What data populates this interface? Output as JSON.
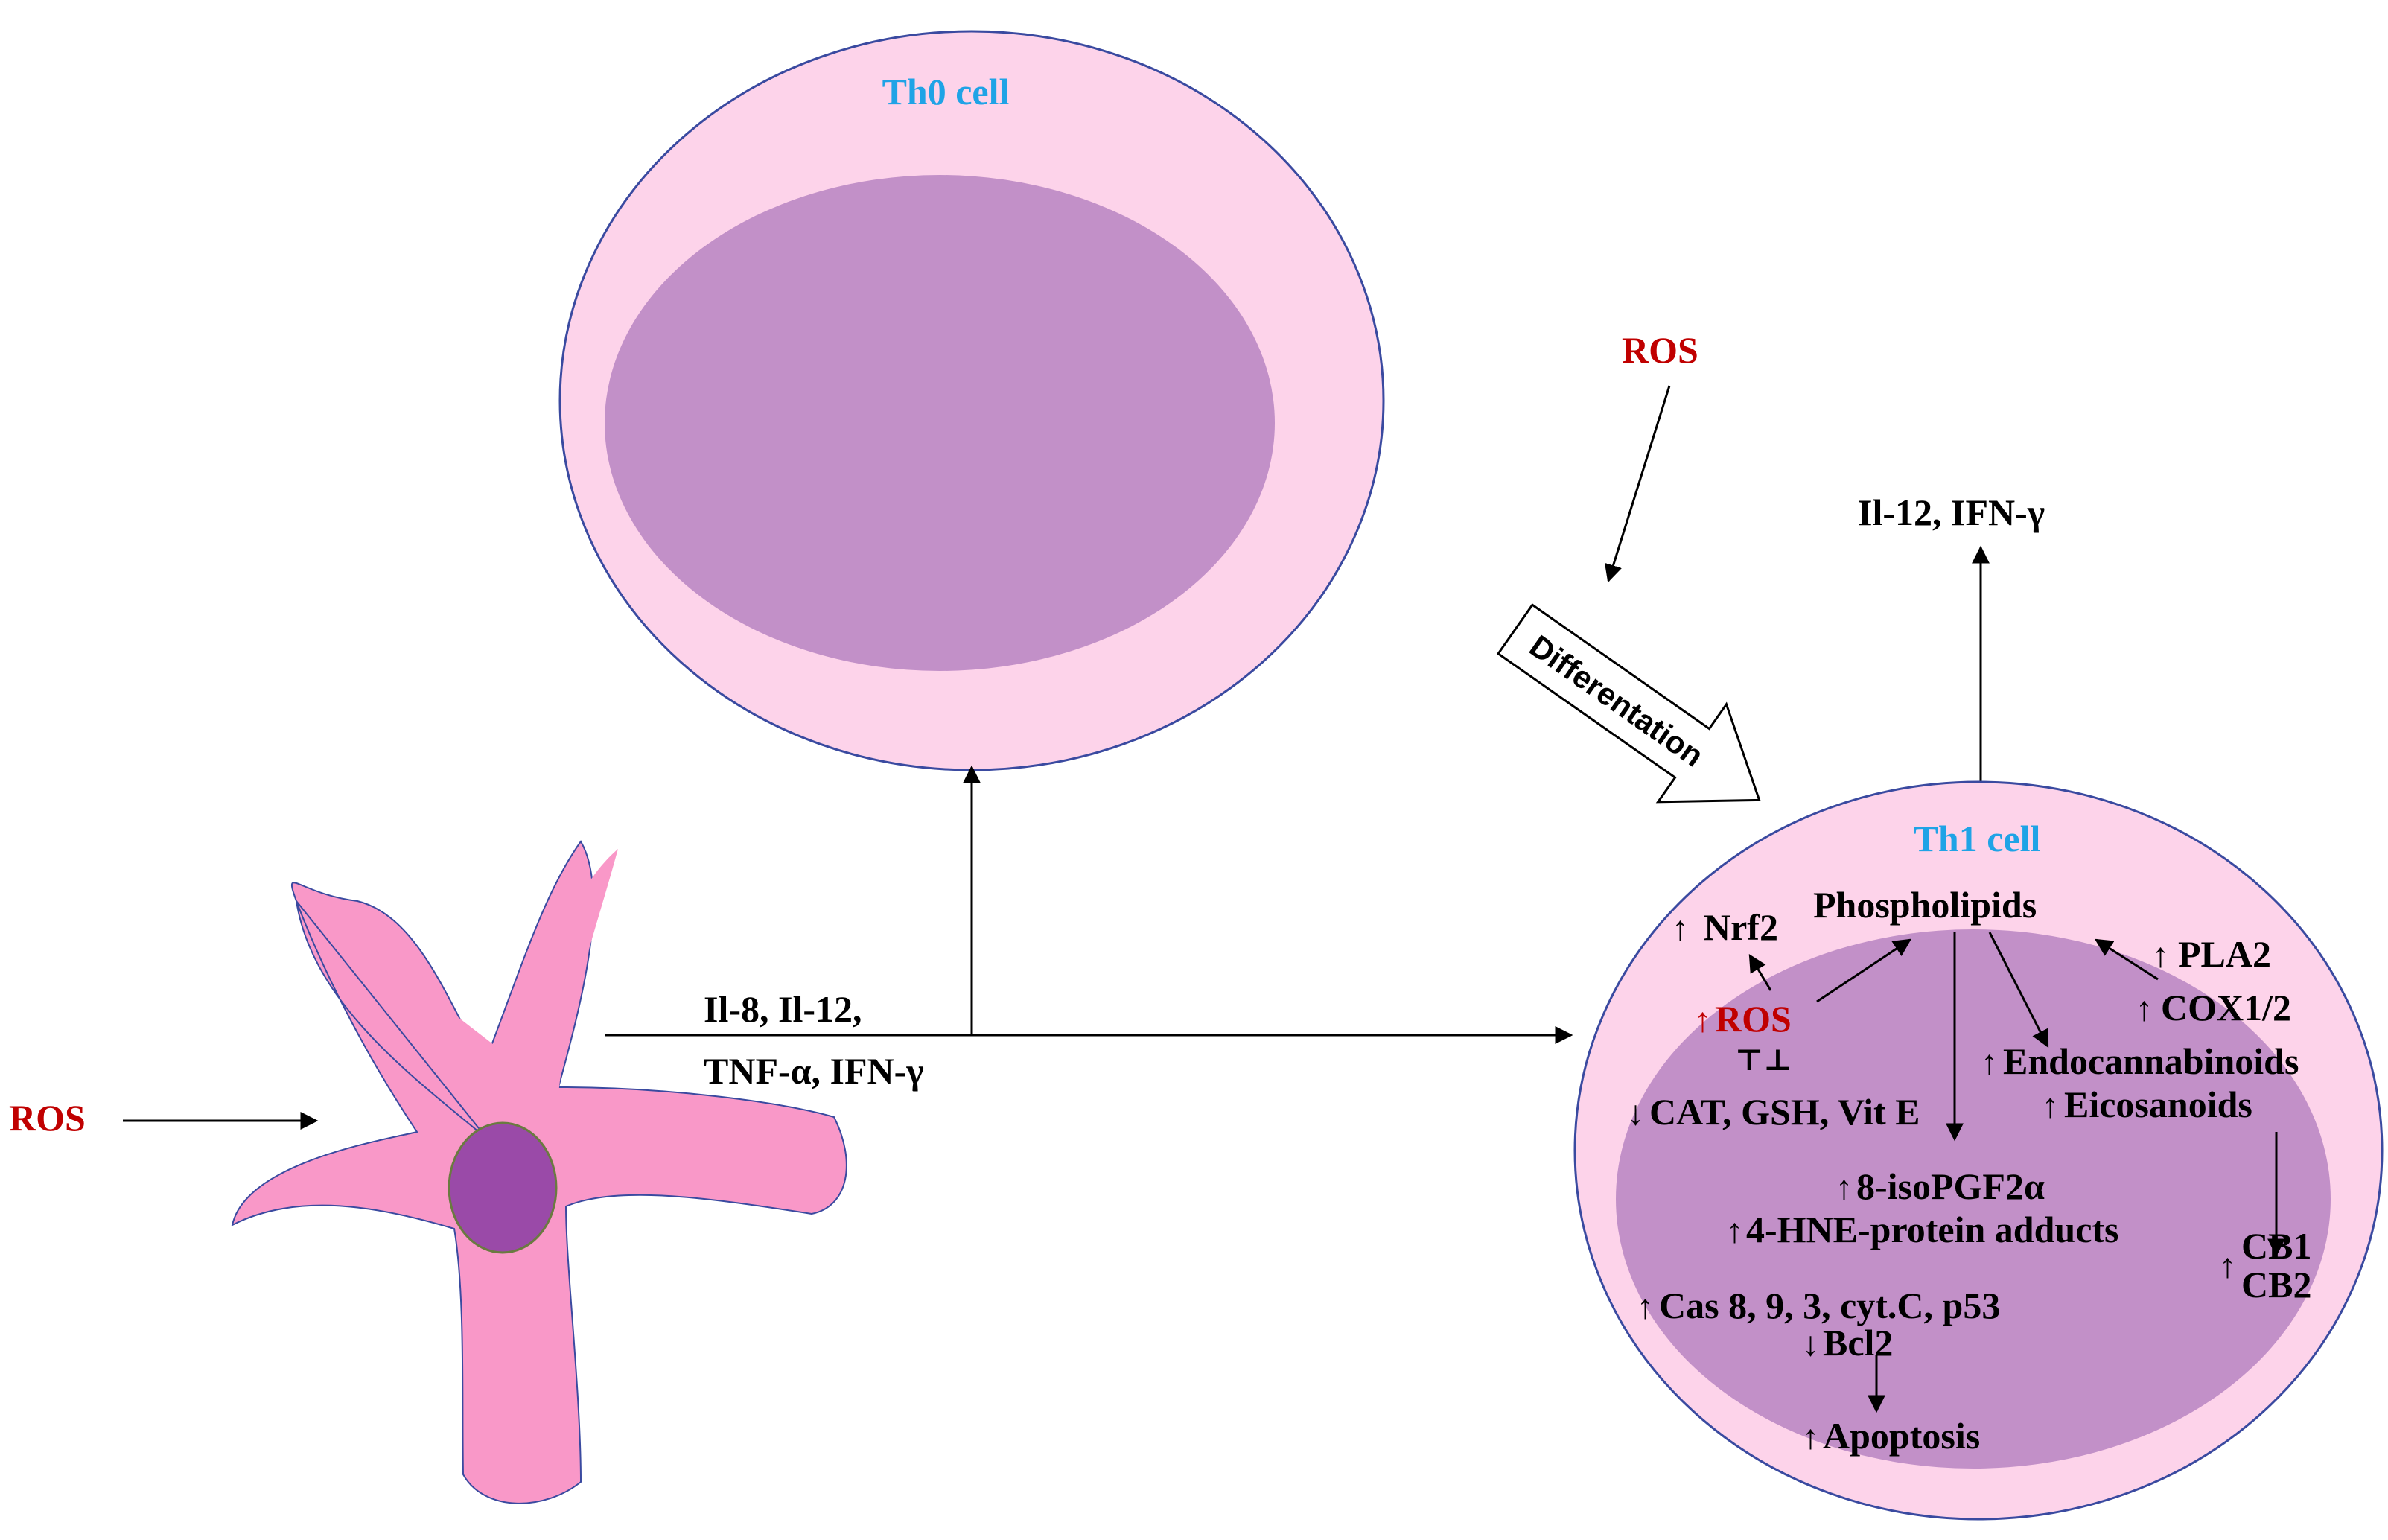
{
  "colors": {
    "cell_outer": "#fdd3ea",
    "cell_inner": "#c290c8",
    "cell_outline": "#3a4aa0",
    "dendritic_body": "#f998c8",
    "dendritic_nucleus": "#9a4aa8",
    "ros_red": "#c00000",
    "cell_label_blue": "#1fa3e6"
  },
  "labels": {
    "ros_left": "ROS",
    "cytokines_line1": "Il-8, Il-12,",
    "cytokines_line2": "TNF-α, IFN-γ",
    "th0_cell": "Th0 cell",
    "ros_top": "ROS",
    "differentiation": "Differentation",
    "th1_output": "Il-12, IFN-γ",
    "th1_cell": "Th1 cell"
  },
  "th1_contents": {
    "nrf2": "Nrf2",
    "phospholipids": "Phospholipids",
    "pla2": "PLA2",
    "cox": "COX1/2",
    "ros": "ROS",
    "inhibit_symbol": "⊤⊥",
    "antioxidants": "CAT, GSH, Vit E",
    "endocannabinoids": "Endocannabinoids",
    "eicosanoids": "Eicosanoids",
    "isopgf": "8-isoPGF2α",
    "hne": "4-HNE-protein adducts",
    "cb1": "CB1",
    "cb2": "CB2",
    "caspases": "Cas 8, 9, 3, cyt.C, p53",
    "bcl2": "Bcl2",
    "apoptosis": "Apoptosis",
    "up_arrow": "↑",
    "down_arrow": "↓"
  }
}
